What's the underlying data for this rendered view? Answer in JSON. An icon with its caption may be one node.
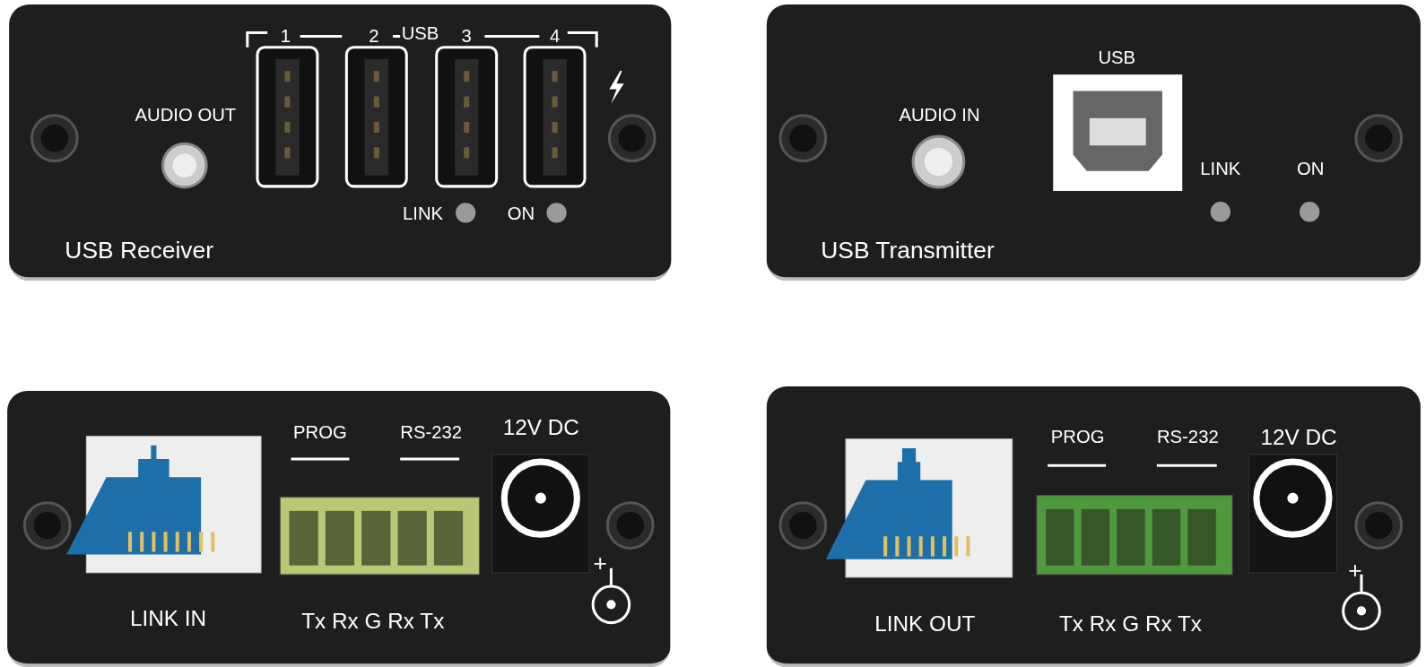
{
  "diagram": {
    "nodes": [
      {
        "text": [
          "1",
          "2",
          "USB",
          "3",
          "4",
          "AUDIO OUT",
          "LINK",
          "ON",
          "USB Receiver"
        ]
      },
      {
        "text": [
          "USB",
          "AUDIO IN",
          "LINK",
          "ON",
          "USB Transmitter"
        ]
      },
      {
        "text": [
          "PROG",
          "RS-232",
          "12V DC",
          "LINK IN",
          "Tx Rx G Rx Tx",
          "+"
        ]
      },
      {
        "text": [
          "PROG",
          "RS-232",
          "12V DC",
          "LINK OUT",
          "Tx Rx G Rx Tx",
          "+"
        ]
      }
    ],
    "edges": []
  }
}
